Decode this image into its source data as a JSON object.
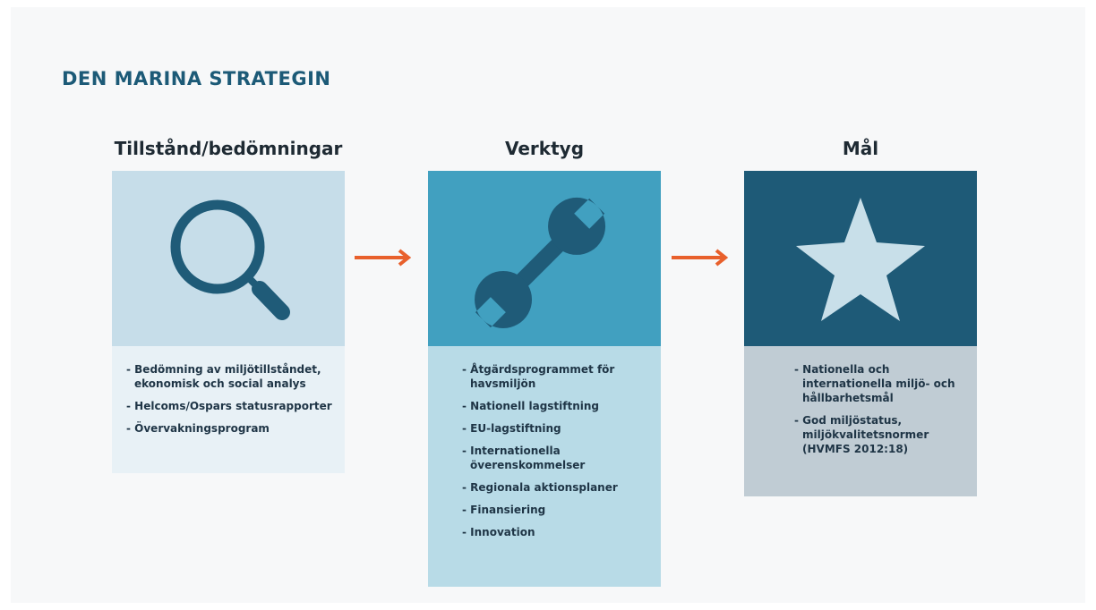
{
  "title": "DEN MARINA STRATEGIN",
  "columns": [
    {
      "heading": "Tillstånd/bedömningar",
      "icon": "magnifier-icon",
      "items": [
        "- Bedömning av miljötillståndet, ekonomisk och social analys",
        "- Helcoms/Ospars statusrapporter",
        "- Övervakningsprogram"
      ]
    },
    {
      "heading": "Verktyg",
      "icon": "wrench-icon",
      "items": [
        "- Åtgärdsprogrammet för havsmiljön",
        "- Nationell lagstiftning",
        "- EU-lagstiftning",
        "- Internationella överenskommelser",
        "- Regionala aktionsplaner",
        "- Finansiering",
        "- Innovation"
      ]
    },
    {
      "heading": "Mål",
      "icon": "star-icon",
      "items": [
        "- Nationella och internationella miljö- och hållbarhetsmål",
        "- God miljöstatus, miljökvalitetsnormer (HVMFS 2012:18)"
      ]
    }
  ],
  "colors": {
    "title": "#1c5a77",
    "arrow": "#e8602c",
    "col1_icon_bg": "#c6dde9",
    "col2_icon_bg": "#41a0c0",
    "col3_icon_bg": "#1e5a77"
  }
}
